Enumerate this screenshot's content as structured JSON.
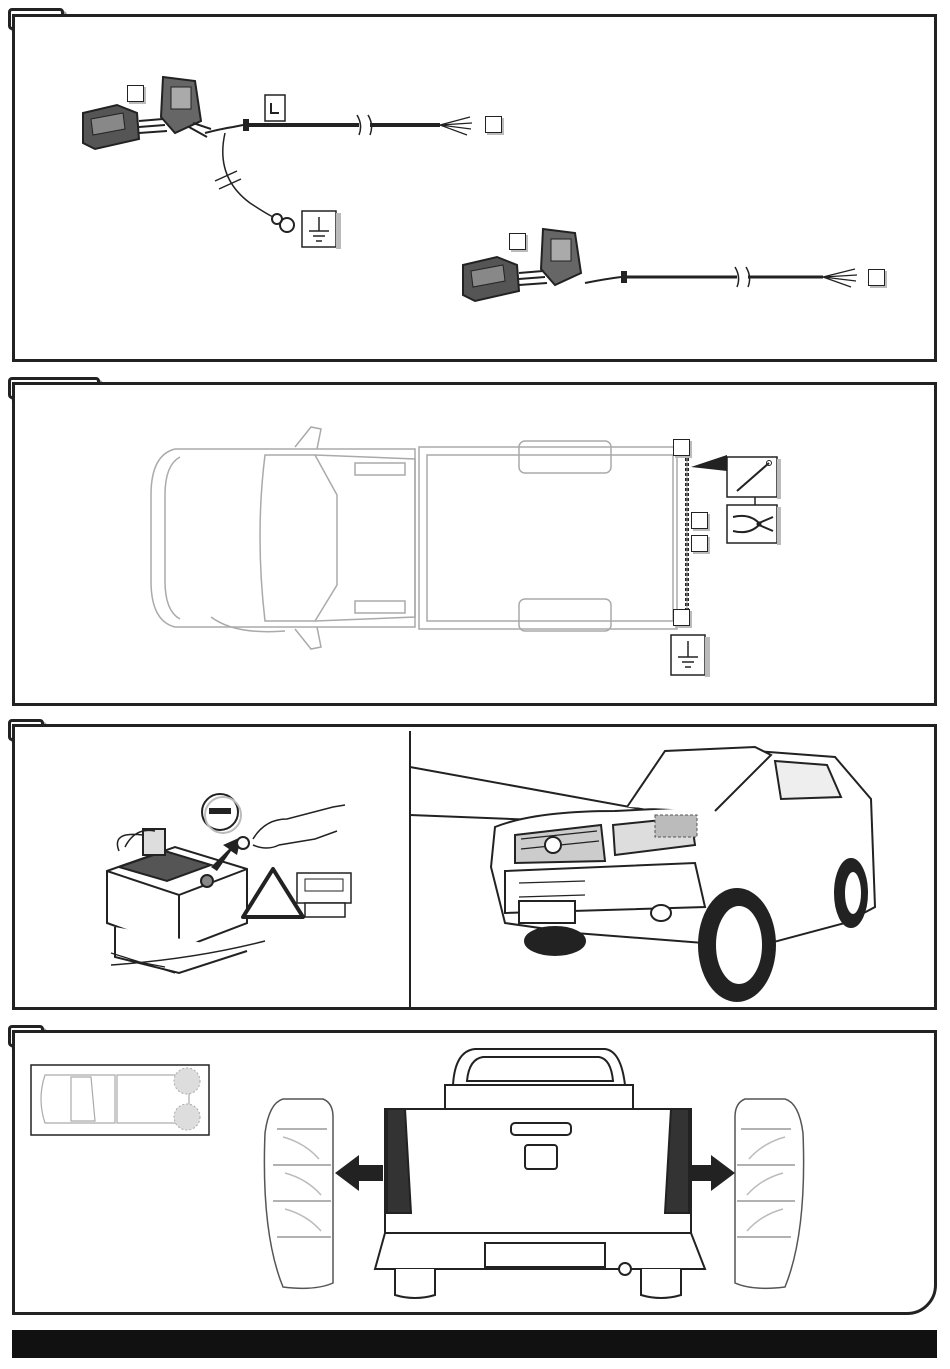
{
  "page": {
    "colors": {
      "ink": "#222222",
      "gray": "#9a9a9a",
      "light": "#d4d4d4",
      "footer": "#111111"
    },
    "sections": [
      {
        "id": "harness",
        "tab_label": ""
      },
      {
        "id": "routing",
        "tab_label": ""
      },
      {
        "id": "battery",
        "tab_label": ""
      },
      {
        "id": "rear-lamps",
        "tab_label": ""
      }
    ],
    "icons": [
      "ground-symbol-icon",
      "cable-tie-icon",
      "side-cutter-pliers-icon",
      "minus-terminal-icon",
      "warning-triangle-icon",
      "radio-code-icon",
      "arrow-left-icon",
      "arrow-right-icon"
    ]
  }
}
